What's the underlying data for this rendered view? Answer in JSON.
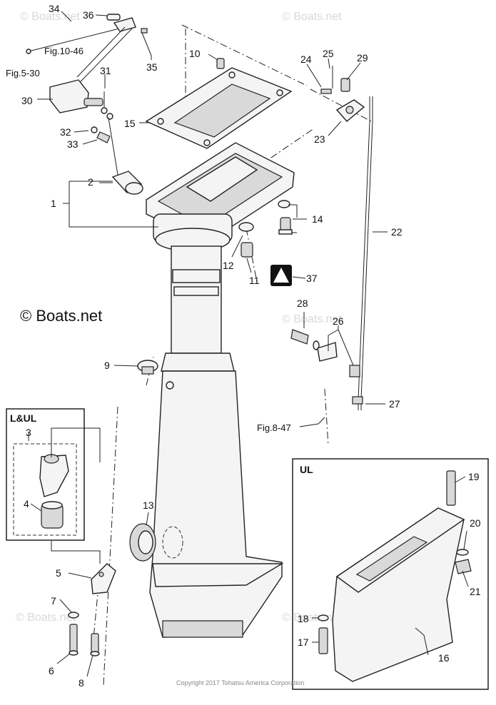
{
  "watermarks": {
    "small": "© Boats.net",
    "big": "© Boats.net"
  },
  "copyright": "Copyright 2017 Tohatsu America Corporation",
  "references": {
    "fig_10_46": "Fig.10-46",
    "fig_5_30": "Fig.5-30",
    "fig_8_47": "Fig.8-47"
  },
  "boxes": {
    "l_and_ul": "L&UL",
    "ul": "UL"
  },
  "callouts": {
    "p1": "1",
    "p2": "2",
    "p3": "3",
    "p4": "4",
    "p5": "5",
    "p6": "6",
    "p7": "7",
    "p8": "8",
    "p9": "9",
    "p10": "10",
    "p11": "11",
    "p12": "12",
    "p13": "13",
    "p14": "14",
    "p15": "15",
    "p16": "16",
    "p17": "17",
    "p18": "18",
    "p19": "19",
    "p20": "20",
    "p21": "21",
    "p22": "22",
    "p23": "23",
    "p24": "24",
    "p25": "25",
    "p26": "26",
    "p27": "27",
    "p28": "28",
    "p29": "29",
    "p30": "30",
    "p31": "31",
    "p32": "32",
    "p33": "33",
    "p34": "34",
    "p35": "35",
    "p36": "36",
    "p37": "37"
  }
}
